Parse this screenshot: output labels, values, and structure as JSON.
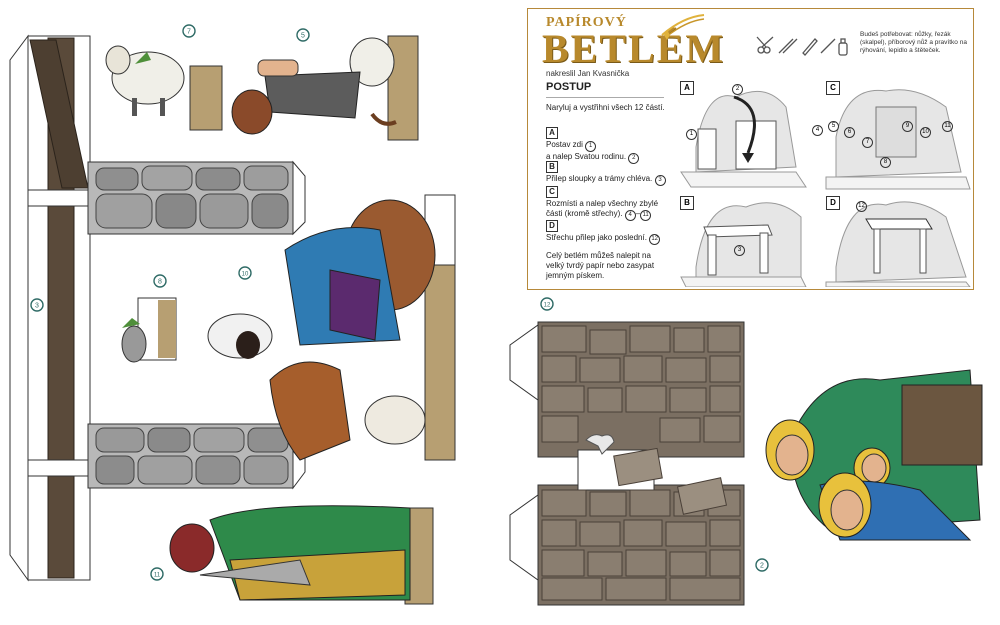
{
  "panel": {
    "title_small": "PAPÍROVÝ",
    "title_big": "BETLÉM",
    "credit": "nakreslil Jan Kvasnička",
    "heading": "POSTUP",
    "intro": "Naryluj a vystřihni všech 12 částí.",
    "steps": [
      {
        "letter": "A",
        "text": "Postav zdi",
        "num1": "1",
        "text2": "a nalep Svatou rodinu.",
        "num2": "2"
      },
      {
        "letter": "B",
        "text": "Přilep sloupky a trámy chléva.",
        "num1": "3"
      },
      {
        "letter": "C",
        "text": "Rozmísti a nalep všechny zbylé části (kromě střechy).",
        "num1": "4",
        "dash": "–",
        "num2": "11"
      },
      {
        "letter": "D",
        "text": "Střechu přilep jako poslední.",
        "num1": "12"
      }
    ],
    "closing": "Celý betlém můžeš nalepit na velký tvrdý papír nebo zasypat jemným pískem.",
    "tools_text": "Budeš potřebovat: nůžky, řezák (skalpel), příborový nůž a pravítko na rýhování, lepidlo a štěteček.",
    "diagrams": [
      {
        "label": "A",
        "nums": [
          "1",
          "2"
        ]
      },
      {
        "label": "B",
        "nums": [
          "3"
        ]
      },
      {
        "label": "C",
        "nums": [
          "4",
          "5",
          "6",
          "7",
          "8",
          "9",
          "10",
          "11"
        ]
      },
      {
        "label": "D",
        "nums": [
          "12"
        ]
      }
    ]
  },
  "markers": [
    "7",
    "5",
    "8",
    "10",
    "3",
    "11",
    "12",
    "2"
  ],
  "colors": {
    "accent_gold": "#b8892c",
    "marker_teal": "#2f6b66",
    "beam_brown": "#5a4a3a",
    "stone_gray": "#9a9a9a",
    "roof_wood": "#7b6f62",
    "ground_sand": "#b79f72"
  }
}
